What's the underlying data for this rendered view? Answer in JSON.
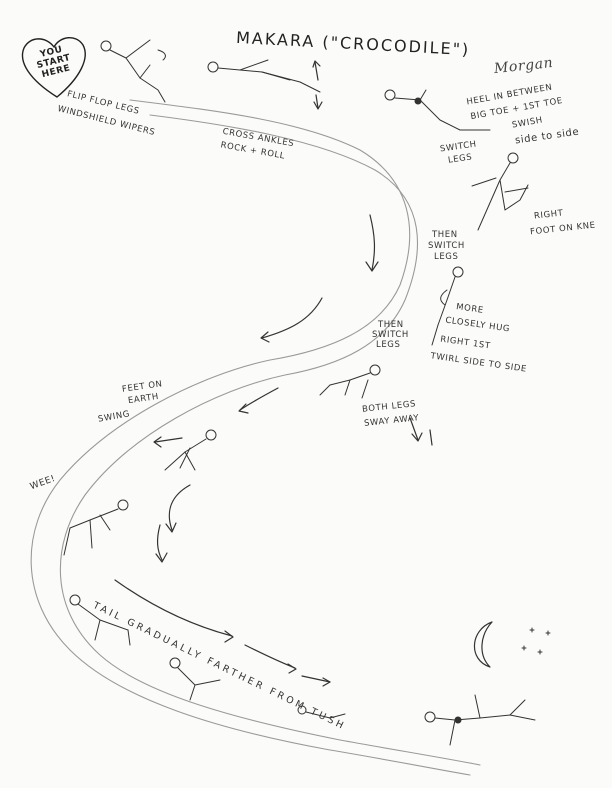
{
  "title": "MAKARA (\"CROCODILE\")",
  "signature": "Morgan",
  "heart": {
    "line1": "YOU",
    "line2": "START",
    "line3": "HERE"
  },
  "labels": {
    "flip_flop": "FLIP FLOP LEGS",
    "windshield": "WINDSHIELD WIPERS",
    "cross_ankles": "CROSS ANKLES",
    "rock_roll": "ROCK + ROLL",
    "heel_1": "HEEL IN BETWEEN",
    "heel_2": "BIG TOE + 1ST TOE",
    "swish": "SWISH",
    "side_to_side_1": "side to side",
    "switch_legs_1a": "SWITCH",
    "switch_legs_1b": "LEGS",
    "right_foot_1": "RIGHT",
    "right_foot_2": "FOOT ON KNE",
    "then_switch_1": "THEN",
    "then_switch_2": "SWITCH",
    "then_switch_3": "LEGS",
    "more_closely_1": "MORE",
    "more_closely_2": "CLOSELY HUG",
    "more_closely_3": "RIGHT 1ST",
    "more_closely_4": "TWIRL SIDE TO SIDE",
    "then_switch2_1": "THEN",
    "then_switch2_2": "SWITCH",
    "then_switch2_3": "LEGS",
    "both_legs_1": "BOTH LEGS",
    "both_legs_2": "SWAY AWAY",
    "feet_on_1": "FEET ON",
    "feet_on_2": "EARTH",
    "swing": "SWING",
    "wee": "WEE!",
    "tail": "TAIL GRADUALLY FARTHER FROM TUSH"
  }
}
